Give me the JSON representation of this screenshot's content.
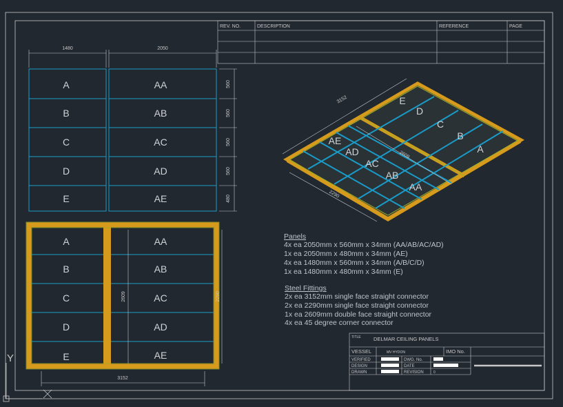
{
  "revision_table": {
    "headers": [
      "REV. NO.",
      "DESCRIPTION",
      "REFERENCE",
      "PAGE"
    ]
  },
  "top_view": {
    "dims_top": [
      "1480",
      "2050"
    ],
    "dims_right": [
      "560",
      "560",
      "560",
      "560",
      "480"
    ],
    "left_labels": [
      "A",
      "B",
      "C",
      "D",
      "E"
    ],
    "right_labels": [
      "AA",
      "AB",
      "AC",
      "AD",
      "AE"
    ]
  },
  "bottom_view": {
    "left_labels": [
      "A",
      "B",
      "C",
      "D",
      "E"
    ],
    "right_labels": [
      "AA",
      "AB",
      "AC",
      "AD",
      "AE"
    ],
    "dim_2609": "2609",
    "dim_2290": "2290",
    "dim_3152": "3152"
  },
  "iso_view": {
    "dim_3152": "3152",
    "dim_2609": "2609",
    "dim_2290": "2290",
    "labels_right": [
      "E",
      "D",
      "C",
      "B",
      "A"
    ],
    "labels_left": [
      "AE",
      "AD",
      "AC",
      "AB",
      "AA"
    ]
  },
  "notes": {
    "panels_title": "Panels",
    "panels": [
      "4x ea 2050mm x 560mm x 34mm (AA/AB/AC/AD)",
      "1x ea 2050mm x 480mm x 34mm (AE)",
      "4x ea 1480mm x 560mm x 34mm (A/B/C/D)",
      "1x ea 1480mm x 480mm x 34mm (E)"
    ],
    "fittings_title": "Steel Fittings",
    "fittings": [
      "2x ea 3152mm single face straight connector",
      "2x ea 2290mm single face straight connector",
      "1x ea 2609mm double face straight connector",
      "4x ea 45 degree corner connector"
    ]
  },
  "title_block": {
    "title_caption": "TITLE",
    "title": "DELMAR CEILING PANELS",
    "vessel_label": "VESSEL",
    "vessel_value": "MV HYDON",
    "imo_label": "IMO No.",
    "verified": "VERIFIED",
    "design": "DESIGN",
    "drawn": "DRAWN",
    "dwg_no": "DWG. No.",
    "date": "DATE",
    "revision": "REVISION",
    "revision_value": "0"
  },
  "ucs": {
    "y": "Y",
    "x": "X"
  },
  "colors": {
    "background": "#212830",
    "frame": "#c8c8c8",
    "panel": "#1a9bc8",
    "steel": "#d69a1c",
    "steel_inner": "#9ab02a"
  }
}
